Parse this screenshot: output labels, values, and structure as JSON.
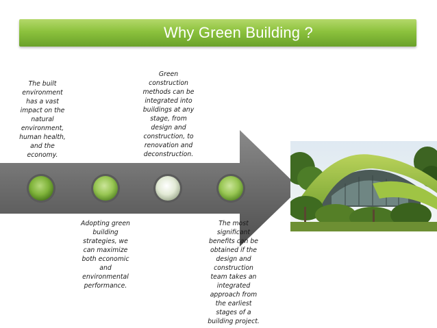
{
  "title": "Why Green Building ?",
  "steps": [
    {
      "text": "The built\nenvironment\nhas a vast\nimpact on the\nnatural\nenvironment,\nhuman health,\nand the\neconomy."
    },
    {
      "text": "Adopting green\nbuilding\nstrategies, we\ncan maximize\nboth economic\nand\nenvironmental\nperformance."
    },
    {
      "text": "Green\nconstruction\nmethods can be\nintegrated into\nbuildings at any\nstage, from\ndesign and\nconstruction, to\nrenovation and\ndeconstruction."
    },
    {
      "text": "The most\nsignificant\nbenefits can be\nobtained if the\ndesign and\nconstruction\nteam takes an\nintegrated\napproach from\nthe earliest\nstages of a\nbuilding project."
    }
  ],
  "colors": {
    "banner": "#8cc23d",
    "arrow": "#6e6e6e",
    "node_green": "#7fb33a",
    "node_light": "#dfe7d2"
  },
  "image": {
    "subject": "green-roof-building-photo"
  }
}
